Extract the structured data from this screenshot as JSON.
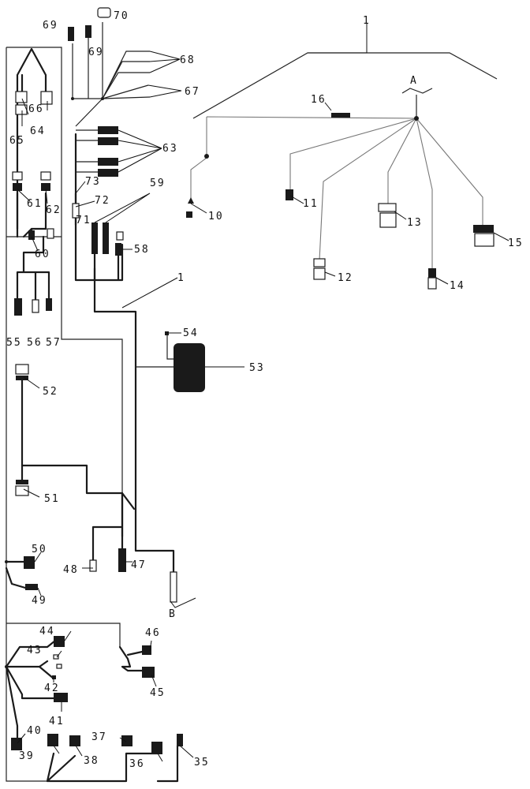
{
  "diagram": {
    "labels": {
      "l1_top": "1",
      "l1_mid": "1",
      "A": "A",
      "B": "B",
      "l10": "10",
      "l11": "11",
      "l12": "12",
      "l13": "13",
      "l14": "14",
      "l15": "15",
      "l16": "16",
      "l35": "35",
      "l36": "36",
      "l37": "37",
      "l38": "38",
      "l39": "39",
      "l40": "40",
      "l41": "41",
      "l42": "42",
      "l43": "43",
      "l44": "44",
      "l45": "45",
      "l46": "46",
      "l47": "47",
      "l48": "48",
      "l49": "49",
      "l50": "50",
      "l51": "51",
      "l52": "52",
      "l53": "53",
      "l54": "54",
      "l55": "55",
      "l56": "56",
      "l57": "57",
      "l58": "58",
      "l59": "59",
      "l60": "60",
      "l61": "61",
      "l62": "62",
      "l63": "63",
      "l64": "64",
      "l65": "65",
      "l66": "66",
      "l67": "67",
      "l68": "68",
      "l69a": "69",
      "l69b": "69",
      "l70": "70",
      "l71": "71",
      "l72": "72",
      "l73": "73"
    }
  }
}
